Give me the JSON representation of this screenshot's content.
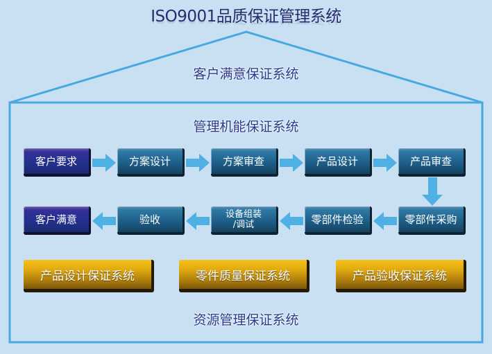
{
  "title": "ISO9001品质保证管理系统",
  "sections": {
    "customer_satisfaction": "客户满意保证系统",
    "management_function": "管理机能保证系统",
    "resource_management": "资源管理保证系统"
  },
  "flow": {
    "row1": [
      "客户要求",
      "方案设计",
      "方案审查",
      "产品设计",
      "产品审查"
    ],
    "row2": [
      "客户满意",
      "验收",
      "设备组装\n/调试",
      "零部件检验",
      "零部件采购"
    ]
  },
  "subsystems": [
    "产品设计保证系统",
    "零件质量保证系统",
    "产品验收保证系统"
  ],
  "colors": {
    "background": "#c8e0f2",
    "frame": "#4aa8e0",
    "arrow": "#4fb0e4",
    "title_text": "#2a2a6e",
    "section_text": "#2b3a8c",
    "box_teal": "#1d5d86",
    "box_navy": "#22308c",
    "box_gold": "#e0a810"
  }
}
